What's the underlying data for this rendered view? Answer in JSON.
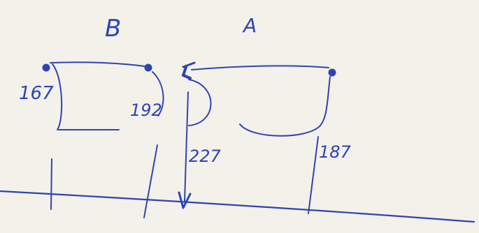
{
  "sketch": {
    "ink_color": "#2d44b5",
    "paper_color": "#f3f1ea",
    "labels": {
      "cluster_b": "B",
      "cluster_a": "A",
      "b_left": "167",
      "b_right": "192",
      "a_left": "227",
      "a_right": "187"
    }
  }
}
